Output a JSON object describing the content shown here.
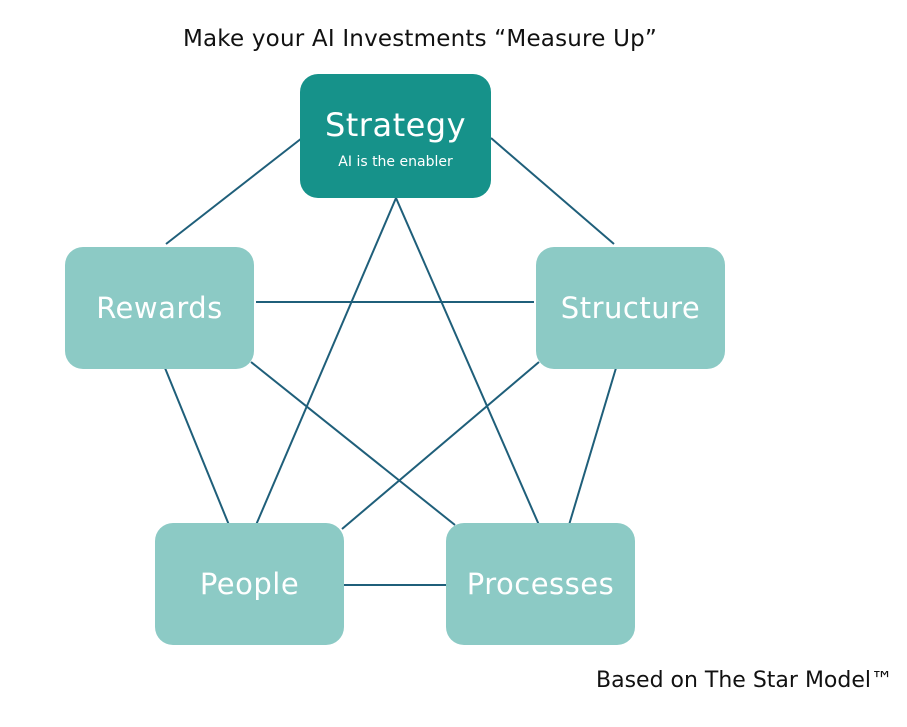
{
  "title": "Make your AI Investments “Measure Up”",
  "nodes": {
    "strategy": {
      "label": "Strategy",
      "subtitle": "AI is the enabler"
    },
    "rewards": {
      "label": "Rewards"
    },
    "structure": {
      "label": "Structure"
    },
    "people": {
      "label": "People"
    },
    "processes": {
      "label": "Processes"
    }
  },
  "footnote": "Based on The Star Model™",
  "colors": {
    "primary_node": "#16928a",
    "secondary_node": "#8ccac5",
    "connector": "#1f5f7a"
  }
}
